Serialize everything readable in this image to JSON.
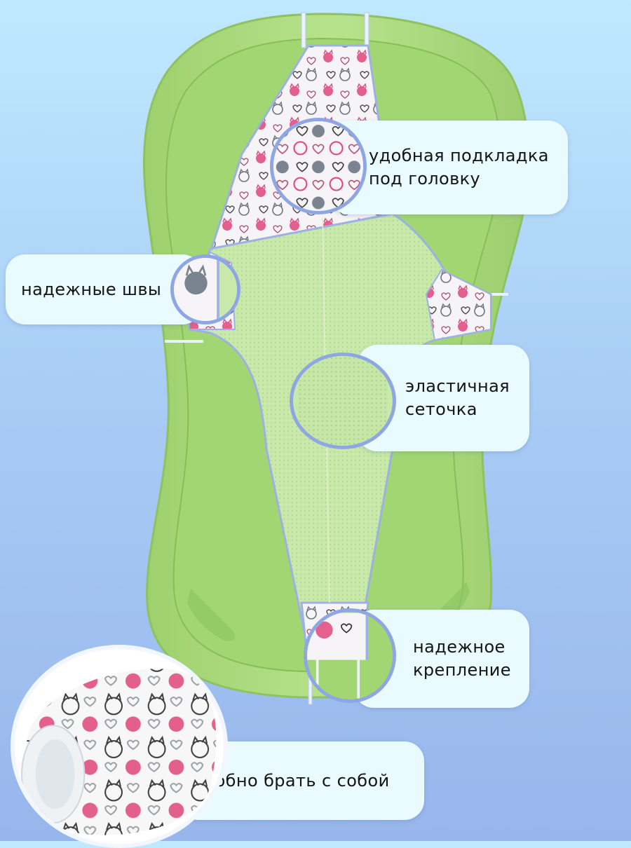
{
  "callouts": {
    "head_pad": {
      "line1": "удобная подкладка",
      "line2": "под головку"
    },
    "seams": {
      "text": "надежные швы"
    },
    "mesh": {
      "line1": "эластичная",
      "line2": "сеточка"
    },
    "mount": {
      "line1": "надежное",
      "line2": "крепление"
    },
    "portable": {
      "text": "удобно брать с собой"
    }
  },
  "colors": {
    "tub": "#a9dd7d",
    "tub_inner": "#98d06a",
    "mesh": "#c4e7a6",
    "lens_border": "#8ea6e3",
    "callout_bg": "#e9fbff",
    "cat_red": "#e0457a",
    "cat_gray": "#6c7480"
  }
}
